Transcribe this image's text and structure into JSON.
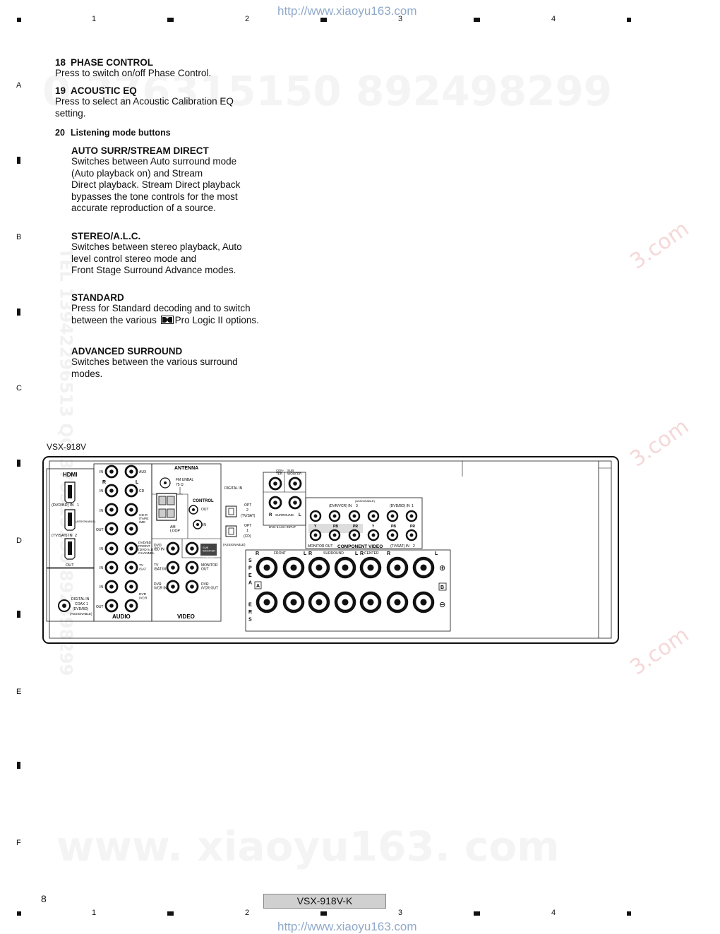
{
  "header": {
    "url": "http://www.xiaoyu163.com",
    "columns": [
      "1",
      "2",
      "3",
      "4"
    ]
  },
  "row_letters": [
    "A",
    "B",
    "C",
    "D",
    "E",
    "F"
  ],
  "watermarks": {
    "top_numbers": "0 376315150  892498299",
    "side_text": "TEL 13942296513  QQ 376315150 892498299",
    "site": "www. xiaoyu163. com",
    "stamp": "3.com"
  },
  "items": [
    {
      "num": "18",
      "title": "PHASE CONTROL",
      "body": "Press to switch on/off Phase Control."
    },
    {
      "num": "19",
      "title": "ACOUSTIC EQ",
      "body": "Press to select an Acoustic Calibration EQ setting."
    },
    {
      "num": "20",
      "title": "Listening mode buttons"
    }
  ],
  "modes": [
    {
      "title": "AUTO SURR/STREAM DIRECT",
      "lines": [
        "Switches between Auto surround mode",
        "(Auto playback on) and Stream",
        "Direct playback. Stream Direct playback",
        "bypasses the tone controls for the most",
        "accurate reproduction of a source."
      ]
    },
    {
      "title": "STEREO/A.L.C.",
      "lines": [
        "Switches between stereo playback, Auto",
        "level control stereo mode and",
        "Front Stage Surround Advance modes."
      ]
    },
    {
      "title": "STANDARD",
      "lines": [
        "Press for Standard decoding and to switch",
        "between the various",
        "Pro Logic II options."
      ]
    },
    {
      "title": "ADVANCED SURROUND",
      "lines": [
        "Switches between the various surround",
        "modes."
      ]
    }
  ],
  "figure": {
    "model_label": "VSX-918V",
    "hdmi": {
      "title": "HDMI",
      "in1": "(DVD/BD) IN",
      "in1_num": "1",
      "assignable": "(ASSIGNABLE)",
      "in2": "(TV/SAT) IN",
      "in2_num": "2",
      "out": "OUT"
    },
    "digital_coax": {
      "line1": "DIGITAL IN",
      "line2": "COAX",
      "num": "1",
      "line3": "(DVD/BD)",
      "line4": "(ASSIGNABLE)"
    },
    "audio": {
      "title": "AUDIO",
      "r": "R",
      "l": "L",
      "in": "IN",
      "out": "OUT",
      "labels": [
        "AUX",
        "CD",
        "CD-R\n/TAPE\n/MD",
        "DVD/BD\nFRONT\n(DVD 5.1)\nCHANNEL",
        "TV\n/SAT",
        "DVR\n/VCR"
      ]
    },
    "antenna": {
      "title": "ANTENNA",
      "fm": "FM UNBAL",
      "ohm": "75 Ω",
      "am": "AM\nLOOP"
    },
    "control": {
      "title": "CONTROL",
      "out": "OUT",
      "in": "IN"
    },
    "video": {
      "title": "VIDEO",
      "dvd_in": "DVD\n/BD IN",
      "tv_in": "TV\n/SAT IN",
      "dvr_in": "DVR\n/VCR IN",
      "monitor": "MONITOR\nOUT",
      "dvr_out": "DVR\n/VCR OUT",
      "sub": "SUB\nWOOFER",
      "preout": "PRE OUT"
    },
    "digital": {
      "title": "DIGITAL IN",
      "opt2": "OPT",
      "opt2_num": "2",
      "opt2_src": "(TV/SAT)",
      "opt1": "OPT",
      "opt1_num": "1",
      "opt1_src": "(CD)",
      "assignable": "(ASSIGNABLE)"
    },
    "multi": {
      "center": "CEN-\nTER",
      "sub": "SUB\nWOOFER",
      "r": "R",
      "surround": "SURROUND",
      "l": "L",
      "dvd51": "DVD 5.1CH INPUT"
    },
    "component": {
      "title": "COMPONENT VIDEO",
      "assignable": "(ASSIGNABLE)",
      "dvr_in": "(DVR/VCR) IN",
      "dvr_num": "3",
      "dvd_in": "(DVD/BD) IN",
      "dvd_num": "1",
      "tv_in": "(TV/SAT) IN",
      "tv_num": "2",
      "monitor": "MONITOR OUT",
      "jacks": [
        "Y",
        "PB",
        "PR",
        "Y",
        "PB",
        "PR"
      ]
    },
    "speakers": {
      "vertical": "SPEAKERS",
      "a": "A",
      "b": "B",
      "groups": [
        "FRONT",
        "SURROUND",
        "CENTER"
      ],
      "rl": [
        "R",
        "L",
        "R",
        "L",
        "R",
        "L"
      ],
      "plus": "⊕",
      "minus": "⊖"
    }
  },
  "footer": {
    "page": "8",
    "model": "VSX-918V-K"
  }
}
